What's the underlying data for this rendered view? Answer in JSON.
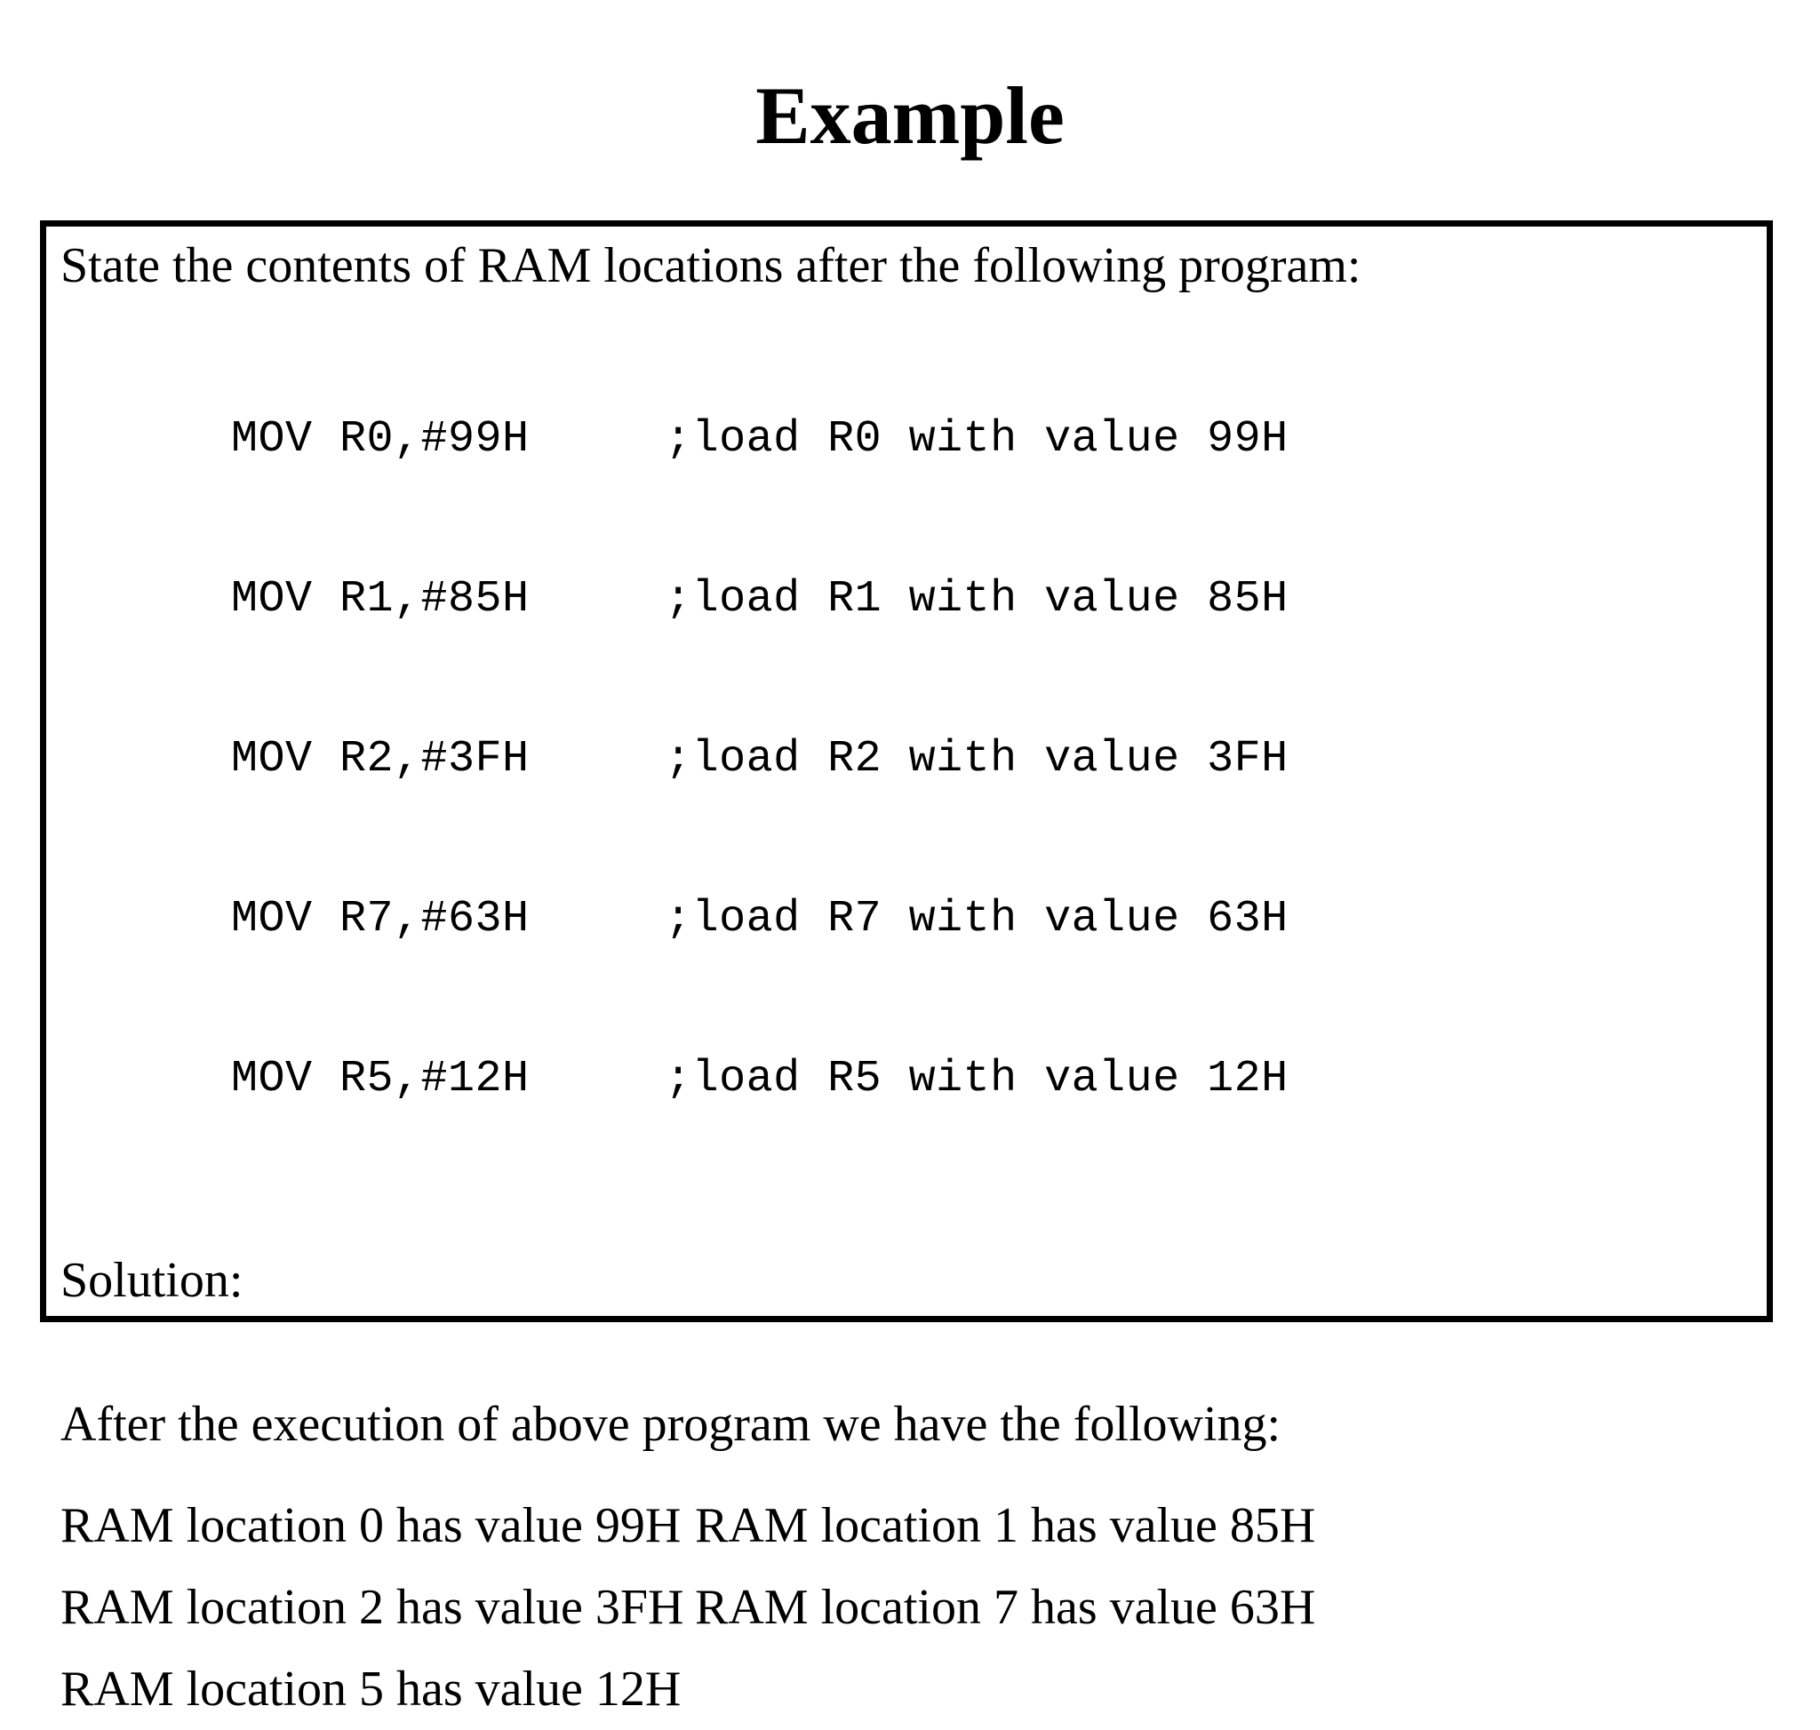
{
  "slide": {
    "title": "Example"
  },
  "content": {
    "question": "State the contents of RAM locations after the following program:",
    "code_lines": [
      "MOV R0,#99H     ;load R0 with value 99H",
      "MOV R1,#85H     ;load R1 with value 85H",
      "MOV R2,#3FH     ;load R2 with value 3FH",
      "MOV R7,#63H     ;load R7 with value 63H",
      "MOV R5,#12H     ;load R5 with value 12H"
    ],
    "solution_label": "Solution:",
    "after_line": "After the execution of above program we have the following:",
    "ram_rows": [
      {
        "left": "RAM location 0 has value 99H",
        "right": "RAM location 1 has value 85H"
      },
      {
        "left": "RAM location 2 has value 3FH",
        "right": "RAM location 7 has value 63H"
      },
      {
        "left": "RAM location 5 has value 12H",
        "right": ""
      }
    ]
  },
  "colors": {
    "text": "#000000",
    "background": "#ffffff",
    "border": "#000000"
  }
}
